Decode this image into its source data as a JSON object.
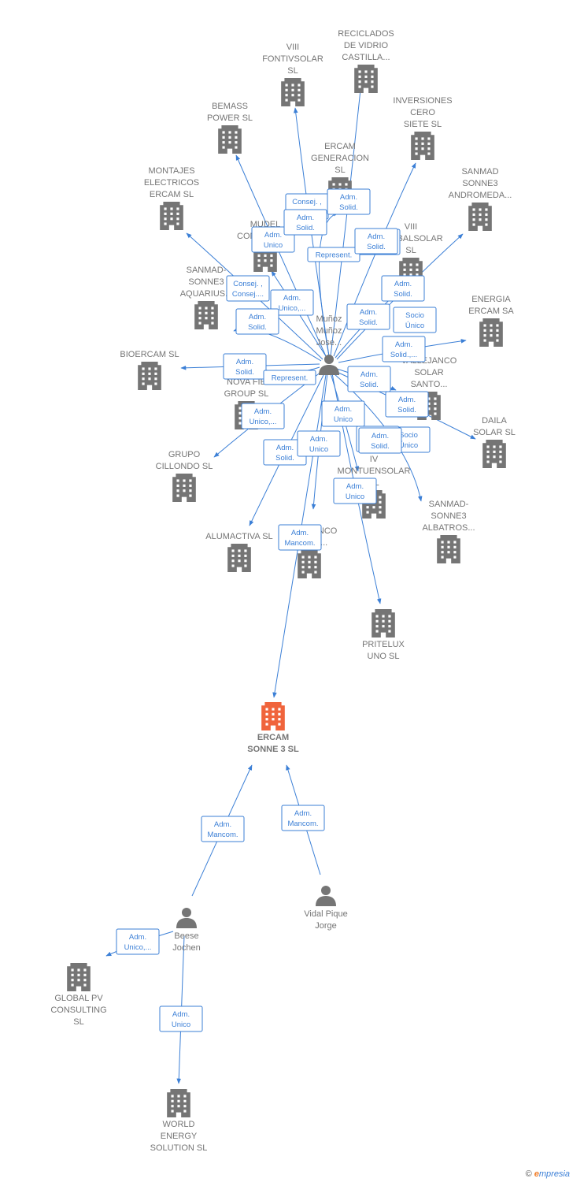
{
  "colors": {
    "edge": "#3b7fd6",
    "company": "#757575",
    "main": "#f0643c",
    "person": "#757575"
  },
  "nodes": [
    {
      "id": "fontivsolar",
      "type": "company",
      "label": [
        "VIII",
        "FONTIVSOLAR",
        "SL"
      ]
    },
    {
      "id": "reciclados",
      "type": "company",
      "label": [
        "RECICLADOS",
        "DE VIDRIO",
        "CASTILLA..."
      ]
    },
    {
      "id": "bemass",
      "type": "company",
      "label": [
        "BEMASS",
        "POWER  SL"
      ]
    },
    {
      "id": "inversiones",
      "type": "company",
      "label": [
        "INVERSIONES",
        "CERO",
        "SIETE  SL"
      ]
    },
    {
      "id": "ercamgen",
      "type": "company",
      "label": [
        "ERCAM",
        "GENERACION",
        "SL"
      ]
    },
    {
      "id": "montajes",
      "type": "company",
      "label": [
        "MONTAJES",
        "ELECTRICOS",
        "ERCAM SL"
      ]
    },
    {
      "id": "andromeda",
      "type": "company",
      "label": [
        "SANMAD",
        "SONNE3",
        "ANDROMEDA..."
      ]
    },
    {
      "id": "mudel",
      "type": "company",
      "label": [
        "MUDEL",
        "CONSULTIN..."
      ]
    },
    {
      "id": "globalsolar",
      "type": "company",
      "label": [
        "VIII",
        "GLOBALSOLAR",
        "SL"
      ]
    },
    {
      "id": "aquarius",
      "type": "company",
      "label": [
        "SANMAD-",
        "SONNE3",
        "AQUARIUS..."
      ]
    },
    {
      "id": "energia",
      "type": "company",
      "label": [
        "ENERGIA",
        "ERCAM SA"
      ]
    },
    {
      "id": "bioercam",
      "type": "company",
      "label": [
        "BIOERCAM SL"
      ]
    },
    {
      "id": "nova",
      "type": "company",
      "label": [
        "NOVA FIE",
        "GROUP  SL"
      ]
    },
    {
      "id": "santo",
      "type": "company",
      "label": [
        "VALLEJANCO",
        "SOLAR",
        "SANTO..."
      ]
    },
    {
      "id": "daila",
      "type": "company",
      "label": [
        "DAILA",
        "SOLAR SL"
      ]
    },
    {
      "id": "cillondo",
      "type": "company",
      "label": [
        "GRUPO",
        "CILLONDO  SL"
      ]
    },
    {
      "id": "montuensolar",
      "type": "company",
      "label": [
        "IV",
        "MONTUENSOLAR",
        "SL"
      ]
    },
    {
      "id": "albatros",
      "type": "company",
      "label": [
        "SANMAD-",
        "SONNE3",
        "ALBATROS..."
      ]
    },
    {
      "id": "alumactiva",
      "type": "company",
      "label": [
        "ALUMACTIVA SL"
      ]
    },
    {
      "id": "vallejanco",
      "type": "company",
      "label": [
        "VALLEJANCO",
        "SOLAR..."
      ]
    },
    {
      "id": "pritelux",
      "type": "company",
      "label": [
        "PRITELUX",
        "UNO SL"
      ]
    },
    {
      "id": "main",
      "type": "main",
      "label": [
        "ERCAM",
        "SONNE 3  SL"
      ]
    },
    {
      "id": "munoz",
      "type": "person",
      "label": [
        "Muñoz",
        "Muñoz",
        "Jose..."
      ]
    },
    {
      "id": "beese",
      "type": "person",
      "label": [
        "Beese",
        "Jochen"
      ]
    },
    {
      "id": "vidal",
      "type": "person",
      "label": [
        "Vidal Pique",
        "Jorge"
      ]
    },
    {
      "id": "globalpv",
      "type": "company",
      "label": [
        "GLOBAL PV",
        "CONSULTING",
        "SL"
      ]
    },
    {
      "id": "world",
      "type": "company",
      "label": [
        "WORLD",
        "ENERGY",
        "SOLUTION  SL"
      ]
    }
  ],
  "edges": [
    {
      "from": "munoz",
      "to": "fontivsolar",
      "label": [
        "Consej. ,",
        "Adm...."
      ]
    },
    {
      "from": "munoz",
      "to": "reciclados",
      "label": [
        "Adm.",
        "Solid."
      ]
    },
    {
      "from": "munoz",
      "to": "bemass",
      "label": [
        "Adm.",
        "Unico"
      ]
    },
    {
      "from": "munoz",
      "to": "inversiones",
      "label": [
        "Adm.",
        "Solid."
      ]
    },
    {
      "from": "munoz",
      "to": "ercamgen",
      "label": [
        "Adm.",
        "Solid."
      ]
    },
    {
      "from": "munoz",
      "to": "montajes",
      "label": [
        "Consej. ,",
        "Consej...."
      ]
    },
    {
      "from": "munoz",
      "to": "andromeda",
      "label": [
        "Adm.",
        "Solid."
      ]
    },
    {
      "from": "munoz",
      "to": "mudel",
      "label": [
        "Adm.",
        "Unico,..."
      ]
    },
    {
      "from": "munoz",
      "to": "globalsolar",
      "label": [
        "Adm.",
        "Solid."
      ]
    },
    {
      "from": "munoz",
      "to": "aquarius",
      "label": [
        "Adm.",
        "Solid."
      ]
    },
    {
      "from": "munoz",
      "to": "energia",
      "label": [
        "Adm.",
        "Solid.,..."
      ]
    },
    {
      "from": "munoz",
      "to": "bioercam",
      "label": [
        "Adm.",
        "Solid."
      ]
    },
    {
      "from": "munoz",
      "to": "nova",
      "label": [
        "Represent."
      ]
    },
    {
      "from": "munoz",
      "to": "santo",
      "label": [
        "Adm.",
        "Solid."
      ]
    },
    {
      "from": "munoz",
      "to": "daila",
      "label": [
        "Adm.",
        "Solid."
      ]
    },
    {
      "from": "munoz",
      "to": "cillondo",
      "label": [
        "Adm.",
        "Unico,..."
      ]
    },
    {
      "from": "munoz",
      "to": "montuensolar",
      "label": [
        "Adm.",
        "Unico"
      ]
    },
    {
      "from": "munoz",
      "to": "albatros",
      "label": [
        "Socio",
        "Único"
      ]
    },
    {
      "from": "munoz",
      "to": "alumactiva",
      "label": [
        "Adm.",
        "Solid."
      ]
    },
    {
      "from": "munoz",
      "to": "vallejanco",
      "label": [
        "Adm.",
        "Unico"
      ]
    },
    {
      "from": "munoz",
      "to": "pritelux",
      "label": [
        "Adm.",
        "Unico"
      ]
    },
    {
      "from": "munoz",
      "to": "main",
      "label": [
        "Adm.",
        "Mancom."
      ]
    },
    {
      "from": "beese",
      "to": "main",
      "label": [
        "Adm.",
        "Mancom."
      ]
    },
    {
      "from": "vidal",
      "to": "main",
      "label": [
        "Adm.",
        "Mancom."
      ]
    },
    {
      "from": "beese",
      "to": "globalpv",
      "label": [
        "Adm.",
        "Unico,..."
      ]
    },
    {
      "from": "beese",
      "to": "world",
      "label": [
        "Adm.",
        "Unico"
      ]
    }
  ],
  "extra_labels": [
    {
      "label": [
        "Represent."
      ]
    },
    {
      "label": [
        "Adm.",
        "Solid."
      ]
    },
    {
      "label": [
        "Socio",
        "Único"
      ]
    },
    {
      "label": [
        "Adm.",
        "Solid."
      ]
    },
    {
      "label": [
        "Adm.",
        "Solid."
      ]
    }
  ],
  "footer": {
    "copyright": "©",
    "brand_e": "e",
    "brand_rest": "mpresia"
  }
}
